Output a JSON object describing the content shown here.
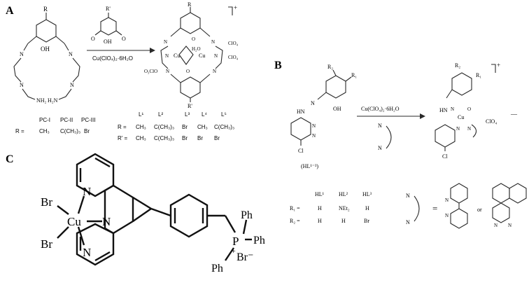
{
  "panels": {
    "a": {
      "label": "A",
      "reagent_top": "R'",
      "reagent_bottom": "Cu(ClO₄)₂·6H₂O",
      "sub_r": "R",
      "charge": "+",
      "atoms": {
        "n": "N",
        "oh": "OH",
        "nh2": "NH₂",
        "h2n": "H₂N",
        "cu": "Cu",
        "o": "O",
        "h2o": "H₂O",
        "clo4": "ClO₄",
        "o3clo": "O₃ClO",
        "rprime": "R'"
      },
      "compounds_header": [
        "PC-I",
        "PC-II",
        "PC-III"
      ],
      "compounds_row": {
        "label": "R =",
        "values": [
          "CH₃",
          "C(CH₃)₃",
          "Br"
        ]
      },
      "ligand_header": [
        "L¹",
        "L²",
        "L³",
        "L⁴",
        "L⁵"
      ],
      "ligand_rows": [
        {
          "label": "R =",
          "values": [
            "CH₃",
            "C(CH₃)₃",
            "Br",
            "CH₃",
            "C(CH₃)₃"
          ]
        },
        {
          "label": "R' =",
          "values": [
            "CH₃",
            "C(CH₃)₃",
            "Br",
            "Br",
            "Br"
          ]
        }
      ]
    },
    "b": {
      "label": "B",
      "r2": "R₂",
      "r1": "R₁",
      "atoms": {
        "hn": "HN",
        "oh": "OH",
        "n": "N",
        "cl": "Cl",
        "cu": "Cu",
        "o": "O",
        "clo4": "ClO₄"
      },
      "ligand_name": "(HL¹⁻³)",
      "reagent": "Cu(ClO₄)₂·6H₂O",
      "charge": "+",
      "anion_charge": "—",
      "table_header": [
        "HL¹",
        "HL²",
        "HL³"
      ],
      "table_rows": [
        {
          "label": "R₁ =",
          "values": [
            "H",
            "NEt₂",
            "H"
          ]
        },
        {
          "label": "R₂ =",
          "values": [
            "H",
            "H",
            "Br"
          ]
        }
      ],
      "equals": "=",
      "or": "or"
    },
    "c": {
      "label": "C",
      "atoms": {
        "br1": "Br",
        "br2": "Br",
        "cu": "Cu",
        "n": "N",
        "p": "P",
        "plus": "+",
        "br_anion": "Br⁻",
        "ph": "Ph"
      }
    }
  }
}
